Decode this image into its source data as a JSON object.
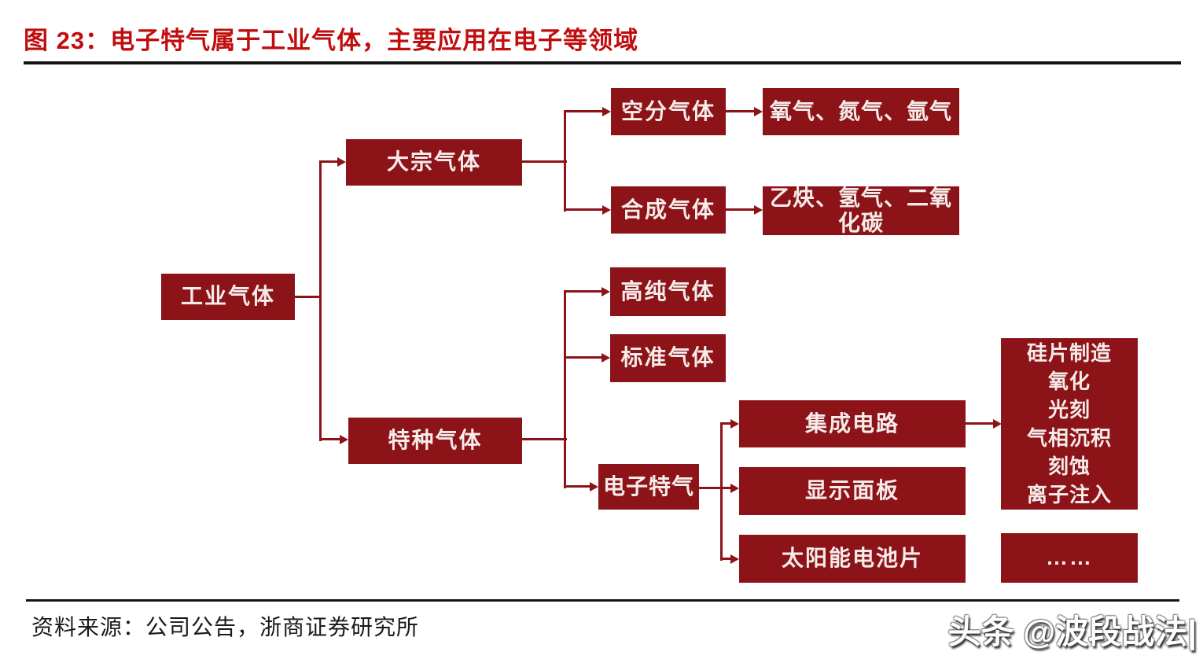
{
  "header": {
    "title": "图 23：电子特气属于工业气体，主要应用在电子等领域"
  },
  "colors": {
    "box_fill": "#8C1318",
    "box_text": "#F5EBE9",
    "connector": "#8C1318",
    "title_red": "#C00E0E",
    "rule_black": "#141414"
  },
  "nodes": {
    "industrial": {
      "label": "工业气体"
    },
    "bulk": {
      "label": "大宗气体"
    },
    "specialty": {
      "label": "特种气体"
    },
    "air_separation": {
      "label": "空分气体"
    },
    "synthesis": {
      "label": "合成气体"
    },
    "air_separation_products": {
      "label": "氧气、氮气、氩气"
    },
    "synthesis_products": {
      "label": "乙炔、氢气、二氧化碳"
    },
    "high_purity": {
      "label": "高纯气体"
    },
    "standard": {
      "label": "标准气体"
    },
    "electronic_specialty": {
      "label": "电子特气"
    },
    "integrated_circuit": {
      "label": "集成电路"
    },
    "display_panel": {
      "label": "显示面板"
    },
    "solar_cell": {
      "label": "太阳能电池片"
    },
    "ic_process_steps": {
      "lines": [
        "硅片制造",
        "氧化",
        "光刻",
        "气相沉积",
        "刻蚀",
        "离子注入"
      ]
    },
    "ellipsis": {
      "label": "……"
    }
  },
  "footer": {
    "source": "资料来源：公司公告，浙商证券研究所",
    "watermark": "头条 @波段战法|"
  }
}
